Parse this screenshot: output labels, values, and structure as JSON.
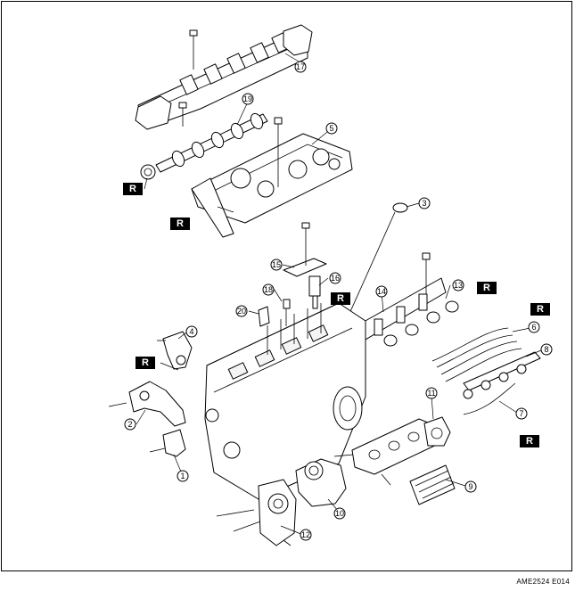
{
  "callouts": [
    "1",
    "2",
    "3",
    "4",
    "5",
    "6",
    "7",
    "8",
    "9",
    "10",
    "11",
    "12",
    "13",
    "14",
    "15",
    "16",
    "17",
    "18",
    "19",
    "20"
  ],
  "replace_badge": "R",
  "figure_code": "AME2524 E014",
  "colors": {
    "line": "#000000",
    "background": "#ffffff",
    "badge": "#000000"
  }
}
